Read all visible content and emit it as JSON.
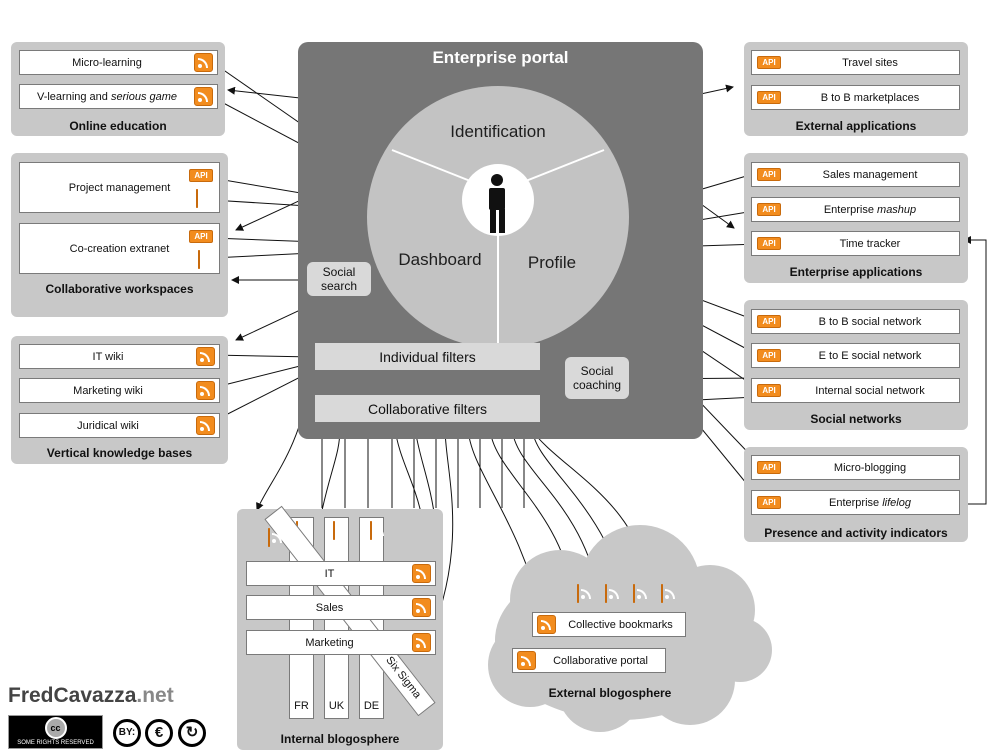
{
  "portal": {
    "title": "Enterprise portal",
    "identification": "Identification",
    "dashboard": "Dashboard",
    "profile": "Profile",
    "social_search": "Social search",
    "social_coaching": "Social coaching",
    "individual_filters": "Individual filters",
    "collaborative_filters": "Collaborative filters"
  },
  "online_education": {
    "title": "Online education",
    "items": [
      "Micro-learning",
      "V-learning and",
      "serious game"
    ]
  },
  "collaborative_workspaces": {
    "title": "Collaborative workspaces",
    "items": [
      "Project management",
      "Co-creation extranet"
    ]
  },
  "knowledge_bases": {
    "title": "Vertical knowledge bases",
    "items": [
      "IT wiki",
      "Marketing wiki",
      "Juridical wiki"
    ]
  },
  "external_applications": {
    "title": "External applications",
    "items": [
      "Travel sites",
      "B to B marketplaces"
    ]
  },
  "enterprise_applications": {
    "title": "Enterprise applications",
    "items": [
      "Sales management",
      "Enterprise",
      "mashup",
      "Time tracker"
    ]
  },
  "social_networks": {
    "title": "Social networks",
    "items": [
      "B to B social network",
      "E to E social network",
      "Internal social network"
    ]
  },
  "presence": {
    "title": "Presence and activity indicators",
    "items": [
      "Micro-blogging",
      "Enterprise",
      "lifelog"
    ]
  },
  "internal_blogosphere": {
    "title": "Internal blogosphere",
    "rows": [
      "IT",
      "Sales",
      "Marketing"
    ],
    "columns": [
      "FR",
      "UK",
      "DE"
    ],
    "diagonal": "Six Sigma"
  },
  "external_blogosphere": {
    "title": "External blogosphere",
    "items": [
      "Collective bookmarks",
      "Collaborative portal"
    ]
  },
  "footer": {
    "brand_a": "FredCavazza",
    "brand_b": ".net",
    "cc_badge": "SOME RIGHTS RESERVED",
    "cc_mark": "cc",
    "by": "BY:"
  },
  "api_badge": "API",
  "colors": {
    "portal": "#767676",
    "group": "#c8c8c8",
    "rss": "#f28c1e",
    "circle": "#c3c3c3"
  }
}
